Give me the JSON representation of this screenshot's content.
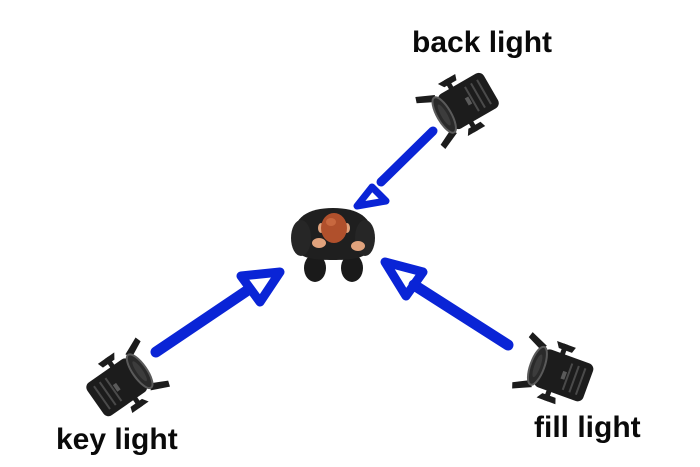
{
  "labels": {
    "back_light": "back light",
    "key_light": "key light",
    "fill_light": "fill light"
  },
  "colors": {
    "arrow": "#0a24d6",
    "lamp": "#1c1c1c",
    "lamp_highlight": "#5a5a5a",
    "suit": "#1f1f1f",
    "hair": "#b0502c",
    "skin": "#e0a27c",
    "background": "#ffffff"
  },
  "icons": {
    "lights": "spotlight-icon",
    "subject": "person-top-view-icon"
  }
}
